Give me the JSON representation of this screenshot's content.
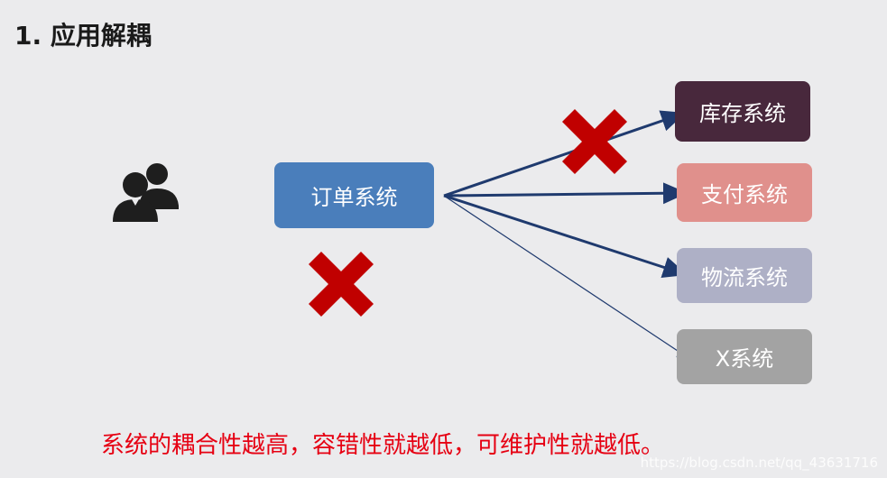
{
  "title": "1. 应用解耦",
  "nodes": {
    "order": "订单系统",
    "stock": "库存系统",
    "payment": "支付系统",
    "logistics": "物流系统",
    "x": "X系统"
  },
  "icons": {
    "user": "users-icon",
    "cross": "cross-icon"
  },
  "colors": {
    "order": "#4a7ebb",
    "stock": "#48283c",
    "payment": "#e0908c",
    "logistics": "#aeb0c6",
    "x": "#a3a3a3",
    "arrow": "#1f3a6e",
    "cross": "#c00000",
    "conclusion": "#e60012"
  },
  "conclusion": "系统的耦合性越高，容错性就越低，可维护性就越低。",
  "watermark": "https://blog.csdn.net/qq_43631716"
}
